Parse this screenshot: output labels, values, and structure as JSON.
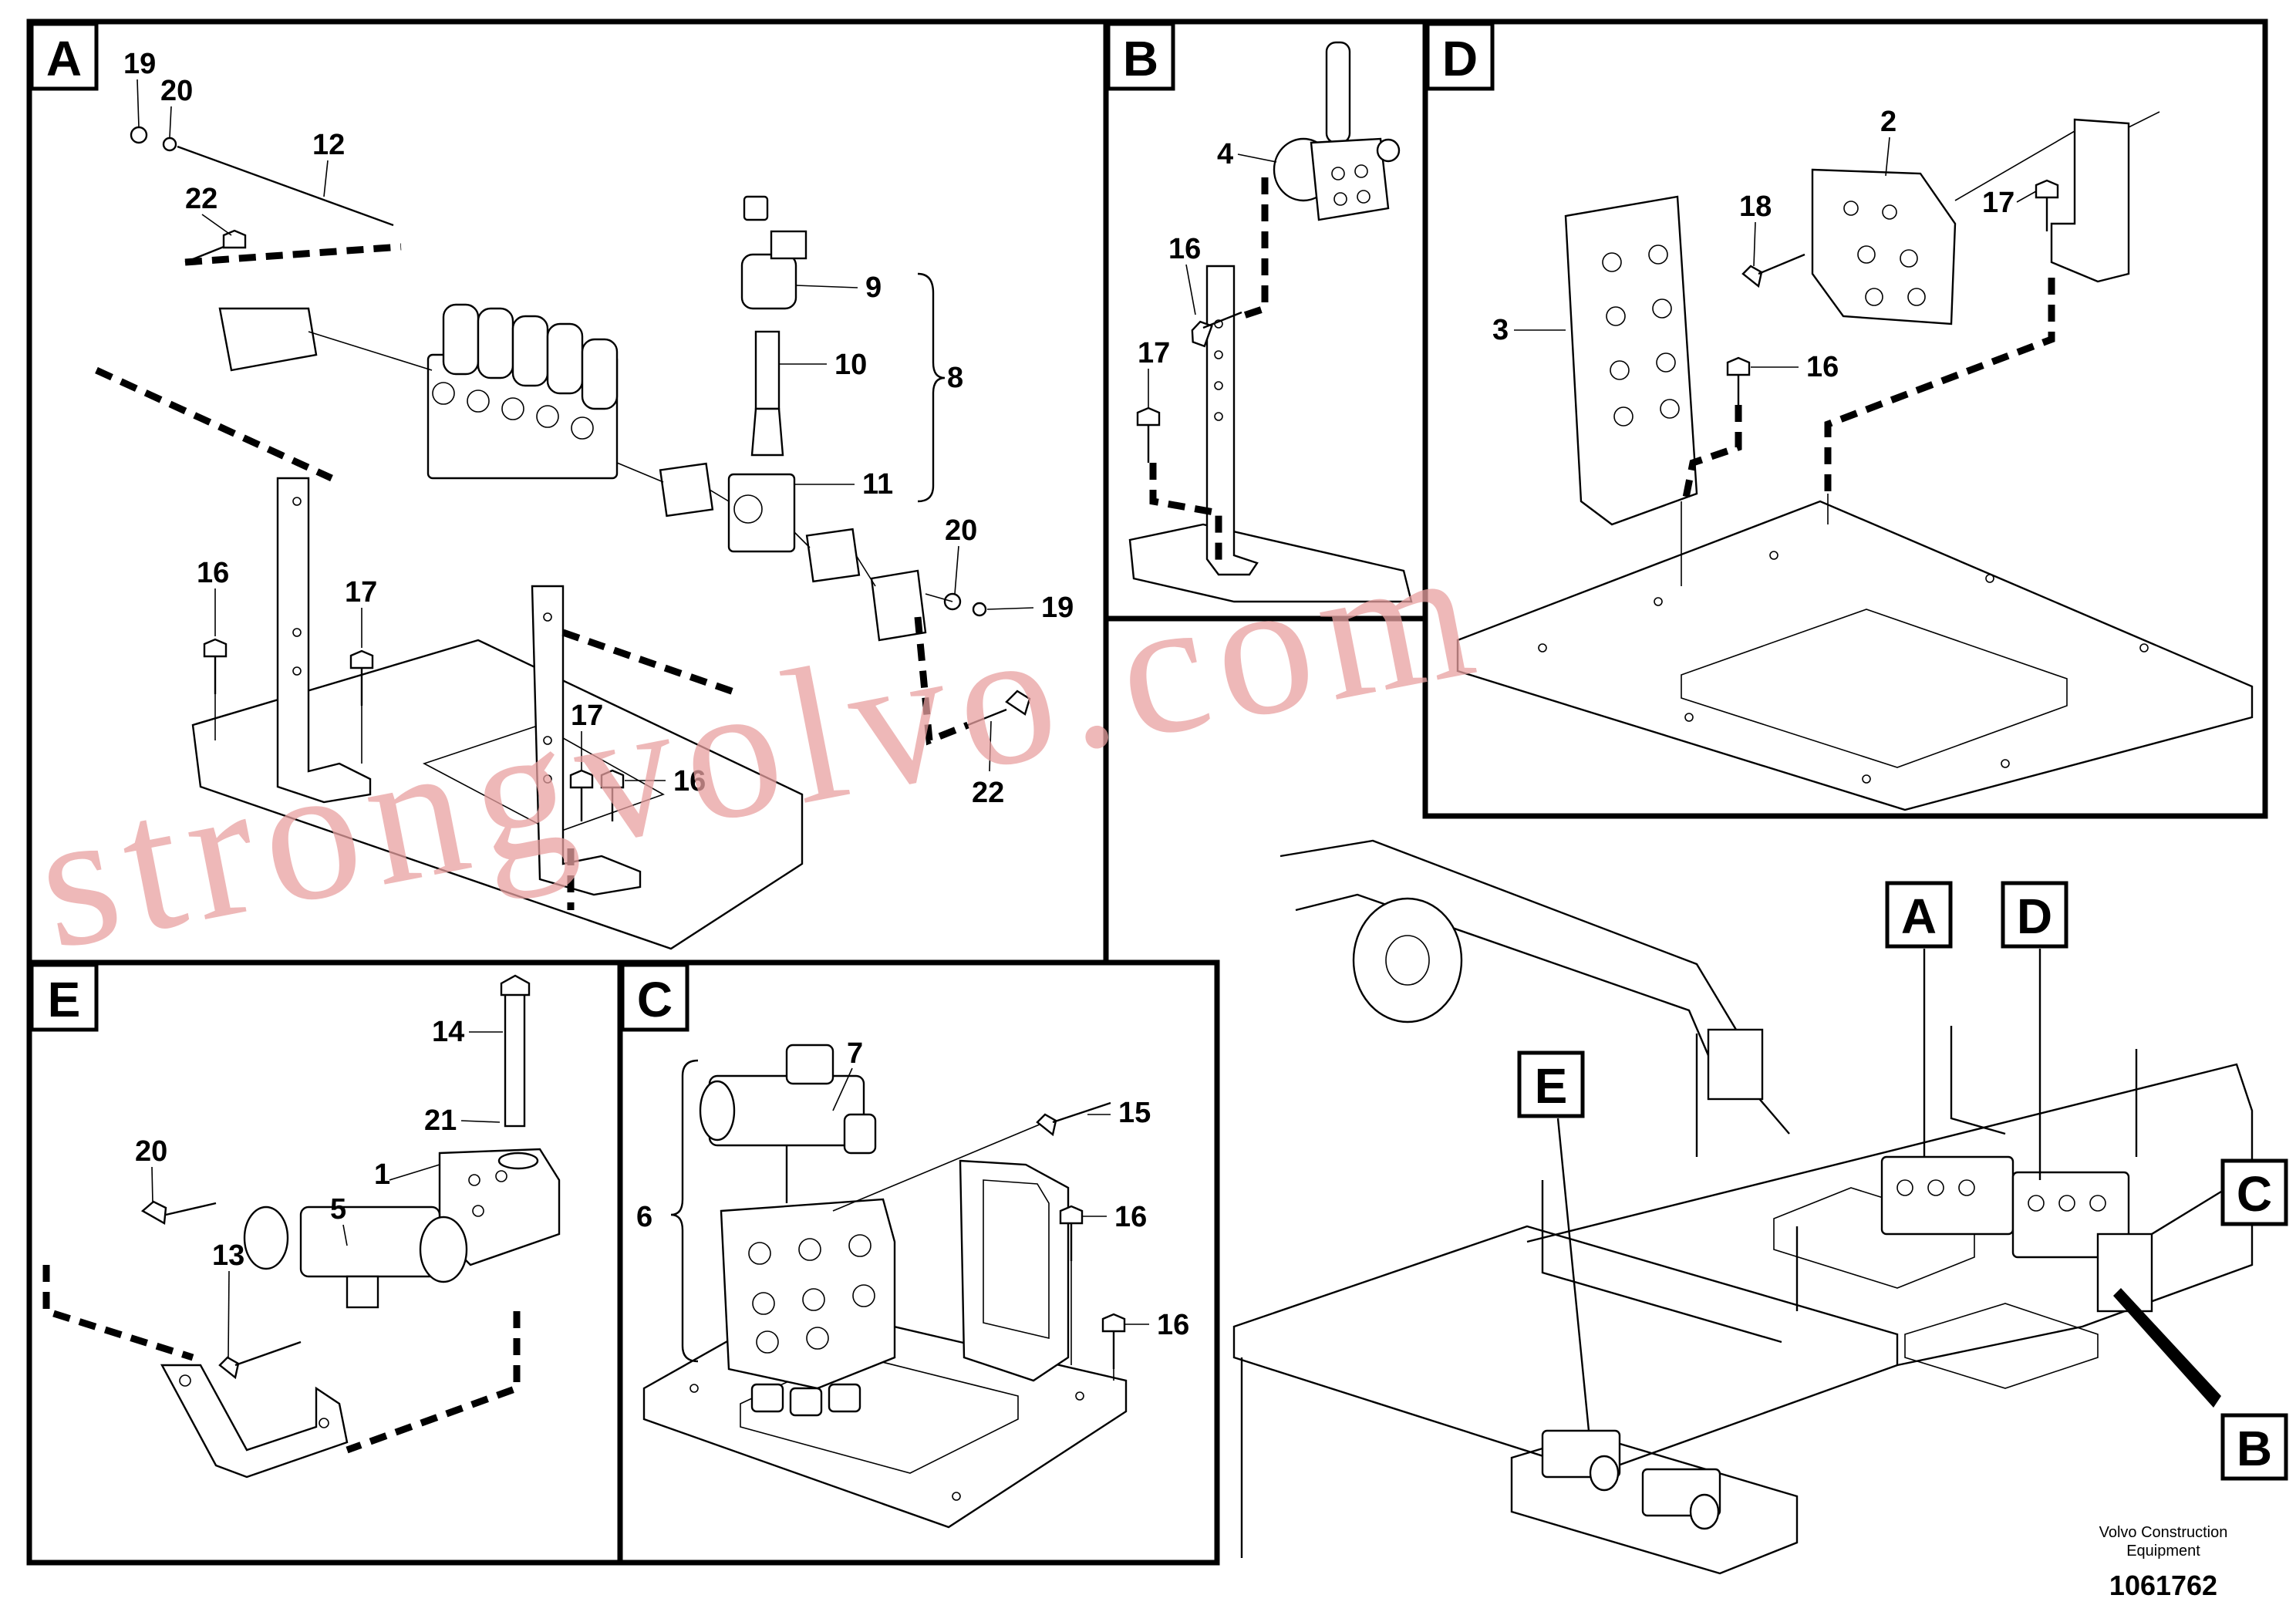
{
  "panels": {
    "A": {
      "label": "A"
    },
    "B": {
      "label": "B"
    },
    "C": {
      "label": "C"
    },
    "D": {
      "label": "D"
    },
    "E": {
      "label": "E"
    }
  },
  "callouts": {
    "a_19_top": "19",
    "a_20_top": "20",
    "a_12": "12",
    "a_22_top": "22",
    "a_9": "9",
    "a_10": "10",
    "a_8": "8",
    "a_11": "11",
    "a_20_right": "20",
    "a_19_right": "19",
    "a_16_left": "16",
    "a_17_left": "17",
    "a_17_mid": "17",
    "a_16_mid": "16",
    "a_22_bottom": "22",
    "b_4": "4",
    "b_16": "16",
    "b_17": "17",
    "d_2": "2",
    "d_18": "18",
    "d_17": "17",
    "d_3": "3",
    "d_16": "16",
    "e_14": "14",
    "e_21": "21",
    "e_20": "20",
    "e_1": "1",
    "e_5": "5",
    "e_13": "13",
    "c_7": "7",
    "c_15": "15",
    "c_6": "6",
    "c_16_a": "16",
    "c_16_b": "16"
  },
  "overview_markers": {
    "A": "A",
    "D": "D",
    "E": "E",
    "C": "C",
    "B": "B"
  },
  "watermark": "strongvolvo.com",
  "footer": {
    "company_line1": "Volvo Construction",
    "company_line2": "Equipment",
    "doc_number": "1061762"
  }
}
